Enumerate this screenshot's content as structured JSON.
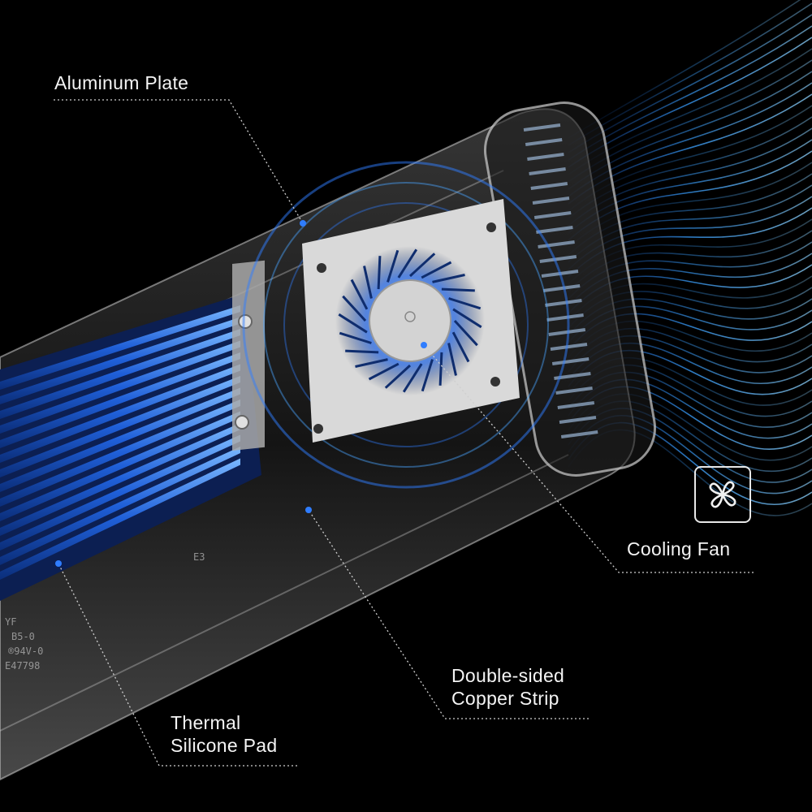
{
  "labels": {
    "aluminum_plate": "Aluminum Plate",
    "cooling_fan": "Cooling Fan",
    "copper_strip_line1": "Double-sided",
    "copper_strip_line2": "Copper Strip",
    "thermal_pad_line1": "Thermal",
    "thermal_pad_line2": "Silicone Pad"
  },
  "pcb_markings": {
    "line1": "YF",
    "line2": "B5-0",
    "line3": "®94V-0",
    "line4": "E47798",
    "side_code": "E3"
  },
  "icons": {
    "fan_badge": "fan-icon"
  },
  "colors": {
    "background": "#000000",
    "airflow_blue": "#3aa0ff",
    "heatsink_blue": "#1f5fd8",
    "callout_dot": "#2f7dff",
    "label_text": "#f4f4f4"
  }
}
